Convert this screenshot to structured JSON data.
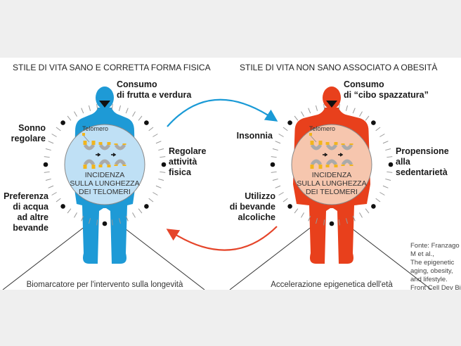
{
  "left": {
    "title": "STILE DI VITA SANO E CORRETTA FORMA FISICA",
    "top_label": [
      "Consumo",
      "di frutta e verdura"
    ],
    "left_upper_label": [
      "Sonno",
      "regolare"
    ],
    "right_label": [
      "Regolare",
      "attività",
      "fisica"
    ],
    "left_lower_label": [
      "Preferenza",
      "di acqua",
      "ad altre",
      "bevande"
    ],
    "telomere_label": "Telomero",
    "center_text": [
      "INCIDENZA",
      "SULLA LUNGHEZZA",
      "DEI TELOMERI"
    ],
    "caption": "Biomarcatore per l'intervento sulla longevità",
    "body_color": "#1e9ad6",
    "torso_color": "#bfe0f5"
  },
  "right": {
    "title": "STILE DI VITA NON SANO ASSOCIATO A OBESITÀ",
    "top_label": [
      "Consumo",
      "di “cibo spazzatura”"
    ],
    "left_upper_label": [
      "Insonnia"
    ],
    "right_label": [
      "Propensione",
      "alla",
      "sedentarietà"
    ],
    "left_lower_label": [
      "Utilizzo",
      "di bevande",
      "alcoliche"
    ],
    "telomere_label": "Telomero",
    "center_text": [
      "INCIDENZA",
      "SULLA LUNGHEZZA",
      "DEI TELOMERI"
    ],
    "caption": "Accelerazione epigenetica dell'età",
    "body_color": "#e8401c",
    "torso_color": "#f6c6ae"
  },
  "source": [
    "Fonte: Franzago",
    "M et al.,",
    "The epigenetic",
    "aging, obesity,",
    "and lifestyle.",
    "Front Cell Dev Biol"
  ]
}
